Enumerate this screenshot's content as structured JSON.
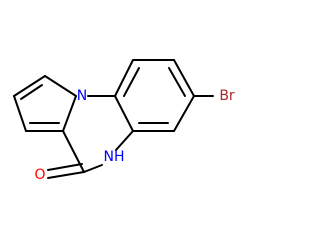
{
  "molecule": {
    "atoms": {
      "n_ring": "N",
      "nh": "NH",
      "o": "O",
      "br": "Br"
    },
    "colors": {
      "nitrogen": "#0000ff",
      "oxygen": "#ff0000",
      "bromine": "#a52a2a",
      "bond": "#000000"
    }
  }
}
